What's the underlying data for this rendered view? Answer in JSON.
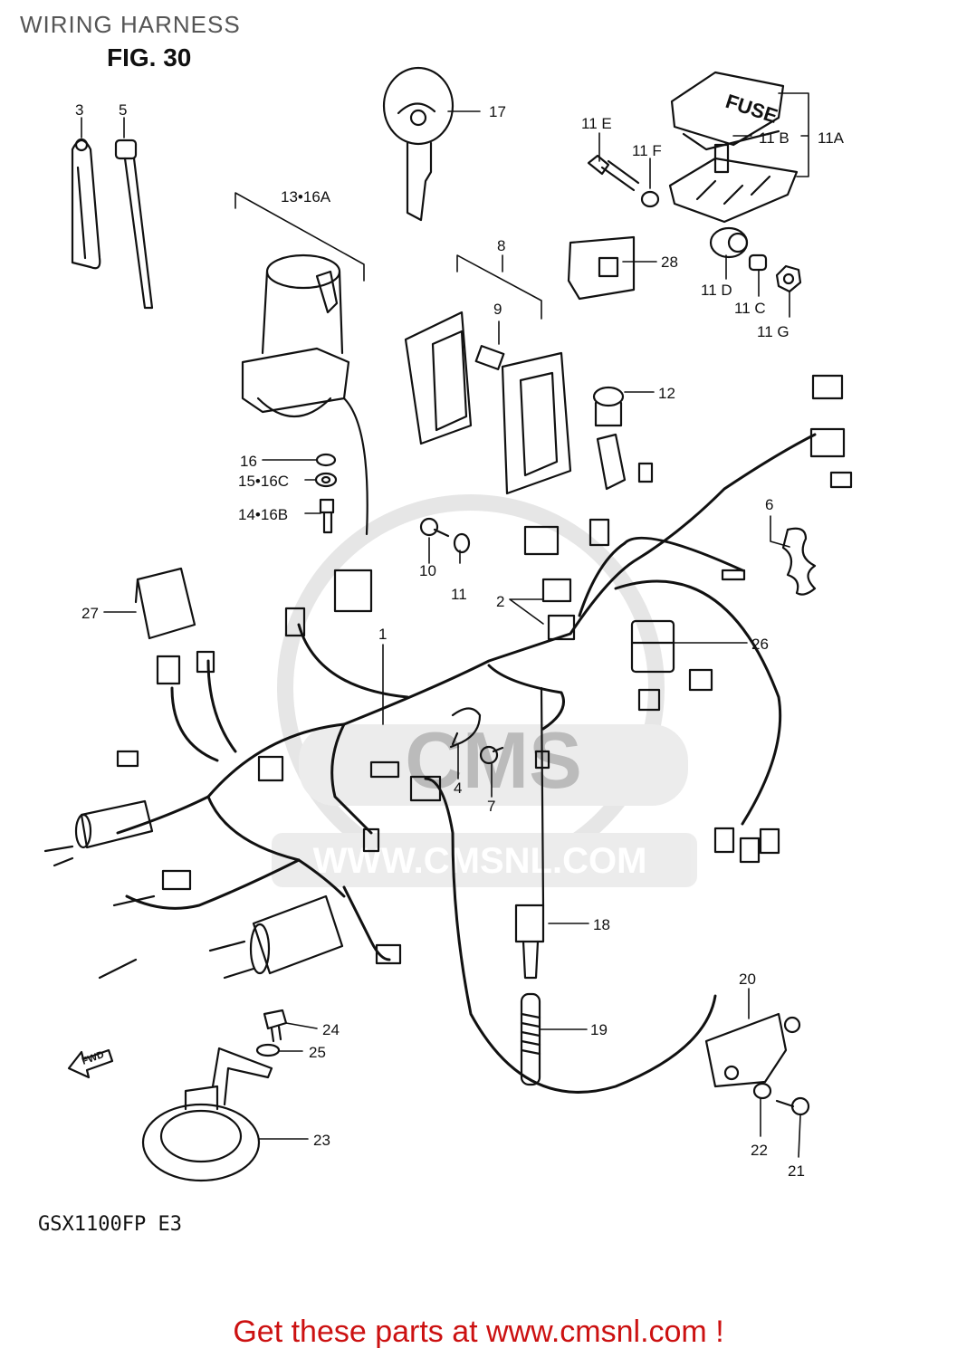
{
  "header": {
    "title": "WIRING HARNESS",
    "figure": "FIG. 30"
  },
  "footer": {
    "model_code": "GSX1100FP  E3",
    "cta": "Get these parts at www.cmsnl.com !"
  },
  "watermark": {
    "brand": "CMS",
    "url": "WWW.CMSNL.COM"
  },
  "direction_arrow": {
    "label": "FWD"
  },
  "callouts": [
    {
      "id": "c3",
      "label": "3"
    },
    {
      "id": "c5",
      "label": "5"
    },
    {
      "id": "c17",
      "label": "17"
    },
    {
      "id": "c11e",
      "label": "11 E"
    },
    {
      "id": "c11f",
      "label": "11 F"
    },
    {
      "id": "c11b",
      "label": "11 B"
    },
    {
      "id": "c11a",
      "label": "11A"
    },
    {
      "id": "c13",
      "label": "13•16A"
    },
    {
      "id": "c8",
      "label": "8"
    },
    {
      "id": "c28",
      "label": "28"
    },
    {
      "id": "c11d",
      "label": "11 D"
    },
    {
      "id": "c11c",
      "label": "11 C"
    },
    {
      "id": "c11g",
      "label": "11 G"
    },
    {
      "id": "c9",
      "label": "9"
    },
    {
      "id": "c12",
      "label": "12"
    },
    {
      "id": "c16",
      "label": "16"
    },
    {
      "id": "c15",
      "label": "15•16C"
    },
    {
      "id": "c14",
      "label": "14•16B"
    },
    {
      "id": "c6",
      "label": "6"
    },
    {
      "id": "c10",
      "label": "10"
    },
    {
      "id": "c11",
      "label": "11"
    },
    {
      "id": "c2",
      "label": "2"
    },
    {
      "id": "c27",
      "label": "27"
    },
    {
      "id": "c1",
      "label": "1"
    },
    {
      "id": "c26",
      "label": "26"
    },
    {
      "id": "c4",
      "label": "4"
    },
    {
      "id": "c7",
      "label": "7"
    },
    {
      "id": "c18",
      "label": "18"
    },
    {
      "id": "c20",
      "label": "20"
    },
    {
      "id": "c24",
      "label": "24"
    },
    {
      "id": "c25",
      "label": "25"
    },
    {
      "id": "c19",
      "label": "19"
    },
    {
      "id": "c23",
      "label": "23"
    },
    {
      "id": "c22",
      "label": "22"
    },
    {
      "id": "c21",
      "label": "21"
    }
  ],
  "fuse_box": {
    "lid_text": "FUSE"
  }
}
